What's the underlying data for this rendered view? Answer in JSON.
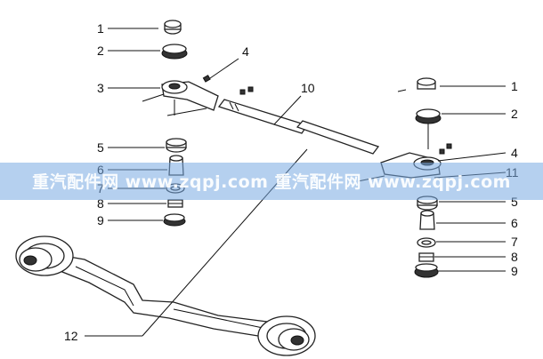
{
  "labels_left": [
    "1",
    "2",
    "3",
    "4",
    "5",
    "6",
    "7",
    "8",
    "9"
  ],
  "labels_right": [
    "1",
    "2",
    "4",
    "11",
    "5",
    "6",
    "7",
    "8",
    "9"
  ],
  "label_tube": "10",
  "label_axle": "12",
  "watermark": "重汽配件网 www.zqpj.com 重汽配件网 www.zqpj.com"
}
